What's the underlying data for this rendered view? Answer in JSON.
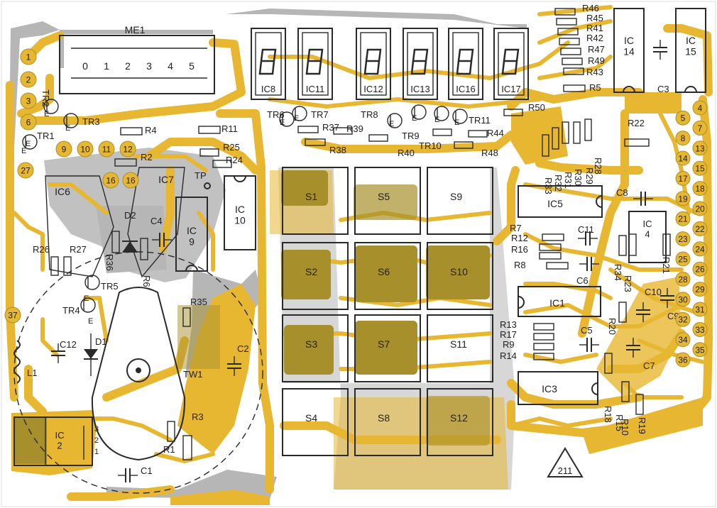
{
  "colors": {
    "background": "#ffffff",
    "copper": "#e7b732",
    "copper_dark": "#a7902b",
    "ground": "#b6b6b6",
    "silkscreen": "#2a2a2a"
  },
  "display": {
    "title": "ME1",
    "digits": [
      "0",
      "1",
      "2",
      "3",
      "4",
      "5"
    ]
  },
  "segment_displays": [
    "IC8",
    "IC11",
    "IC12",
    "IC13",
    "IC16",
    "IC17"
  ],
  "ics": [
    {
      "key": "ic14",
      "label": "IC\n14"
    },
    {
      "key": "ic15",
      "label": "IC\n15"
    },
    {
      "key": "ic10",
      "label": "IC\n10"
    },
    {
      "key": "ic9",
      "label": "IC\n9"
    },
    {
      "key": "ic5",
      "label": "IC5"
    },
    {
      "key": "ic4",
      "label": "IC\n4"
    },
    {
      "key": "ic1",
      "label": "IC1"
    },
    {
      "key": "ic3",
      "label": "IC3"
    },
    {
      "key": "ic2",
      "label": "IC\n2"
    },
    {
      "key": "ic6",
      "label": "IC6"
    },
    {
      "key": "ic7",
      "label": "IC7"
    }
  ],
  "switches": [
    "S1",
    "S2",
    "S3",
    "S4",
    "S5",
    "S6",
    "S7",
    "S8",
    "S9",
    "S10",
    "S11",
    "S12"
  ],
  "transistors": [
    "TR1",
    "TR2",
    "TR3",
    "TR4",
    "TR5",
    "TR6",
    "TR7",
    "TR8",
    "TR9",
    "TR10",
    "TR11"
  ],
  "resistors": [
    "R1",
    "R2",
    "R3",
    "R4",
    "R5",
    "R6",
    "R7",
    "R8",
    "R9",
    "R10",
    "R11",
    "R12",
    "R13",
    "R14",
    "R15",
    "R16",
    "R17",
    "R18",
    "R19",
    "R20",
    "R21",
    "R22",
    "R23",
    "R24",
    "R25",
    "R26",
    "R27",
    "R28",
    "R29",
    "R30",
    "R31",
    "R32",
    "R33",
    "R34",
    "R35",
    "R36",
    "R37",
    "R38",
    "R39",
    "R40",
    "R41",
    "R42",
    "R43",
    "R44",
    "R45",
    "R46",
    "R47",
    "R48",
    "R49",
    "R50"
  ],
  "capacitors": [
    "C1",
    "C2",
    "C3",
    "C4",
    "C5",
    "C6",
    "C7",
    "C8",
    "C9",
    "C10",
    "C11",
    "C12"
  ],
  "other_parts": [
    "D1",
    "D2",
    "L1",
    "TW1",
    "TP"
  ],
  "pads_left": [
    "1",
    "2",
    "3",
    "6",
    "27",
    "37"
  ],
  "pads_bottom_row": [
    "9",
    "10",
    "11",
    "12"
  ],
  "pads_lower_row": [
    "16",
    "16"
  ],
  "pads_right": [
    "4",
    "5",
    "7",
    "8",
    "13",
    "14",
    "15",
    "17",
    "18",
    "19",
    "20",
    "21",
    "22",
    "23",
    "24",
    "25",
    "26",
    "28",
    "29",
    "30",
    "31",
    "32",
    "33",
    "34",
    "35",
    "36"
  ],
  "regulator_pins": [
    "3",
    "2",
    "1"
  ],
  "e_marks": [
    "E",
    "E",
    "E",
    "E",
    "E",
    "E",
    "E",
    "E",
    "E",
    "E",
    "E",
    "E"
  ],
  "board_number": "211"
}
